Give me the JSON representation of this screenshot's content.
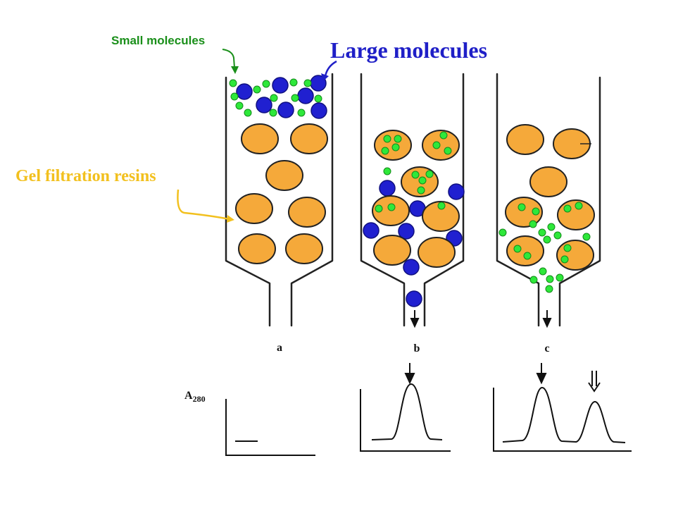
{
  "labels": {
    "small_molecules": "Small molecules",
    "large_molecules": "Large molecules",
    "gel_filtration_resins": "Gel filtration resins"
  },
  "columns": [
    {
      "id": "a",
      "label": "a"
    },
    {
      "id": "b",
      "label": "b"
    },
    {
      "id": "c",
      "label": "c"
    }
  ],
  "elution_axis": {
    "symbol": "A",
    "subscript": "280"
  },
  "colors": {
    "small_label": "#1a8f1a",
    "large_label": "#1f1fc7",
    "gel_label": "#f2c01e",
    "resin_fill": "#f5a93a",
    "large_molecule": "#2020d0",
    "small_molecule": "#2ee83a",
    "line": "#222222"
  }
}
